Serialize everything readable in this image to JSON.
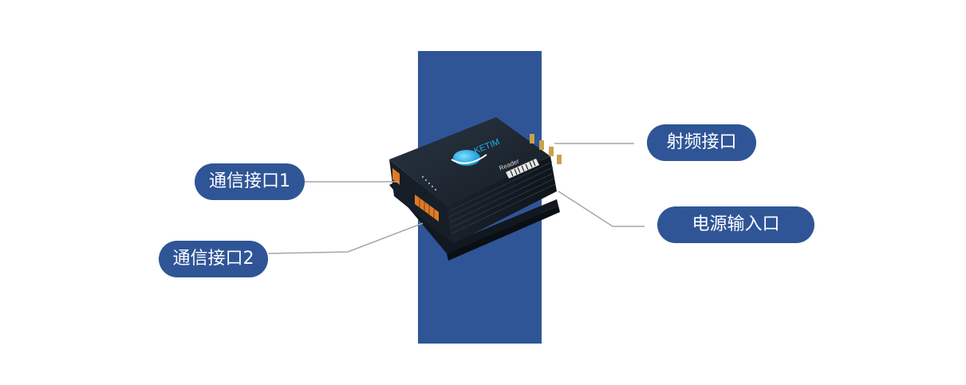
{
  "labels": {
    "comm1": "通信接口1",
    "comm2": "通信接口2",
    "rf": "射频接口",
    "power": "电源输入口"
  },
  "device": {
    "brand": "KETIM",
    "model_label": "Reader"
  },
  "colors": {
    "accent": "#2f5597",
    "leader_line": "#a6a6a6",
    "device_body": "#1c2530",
    "terminal": "#e07a2a",
    "logo": "#1fb4e6"
  }
}
